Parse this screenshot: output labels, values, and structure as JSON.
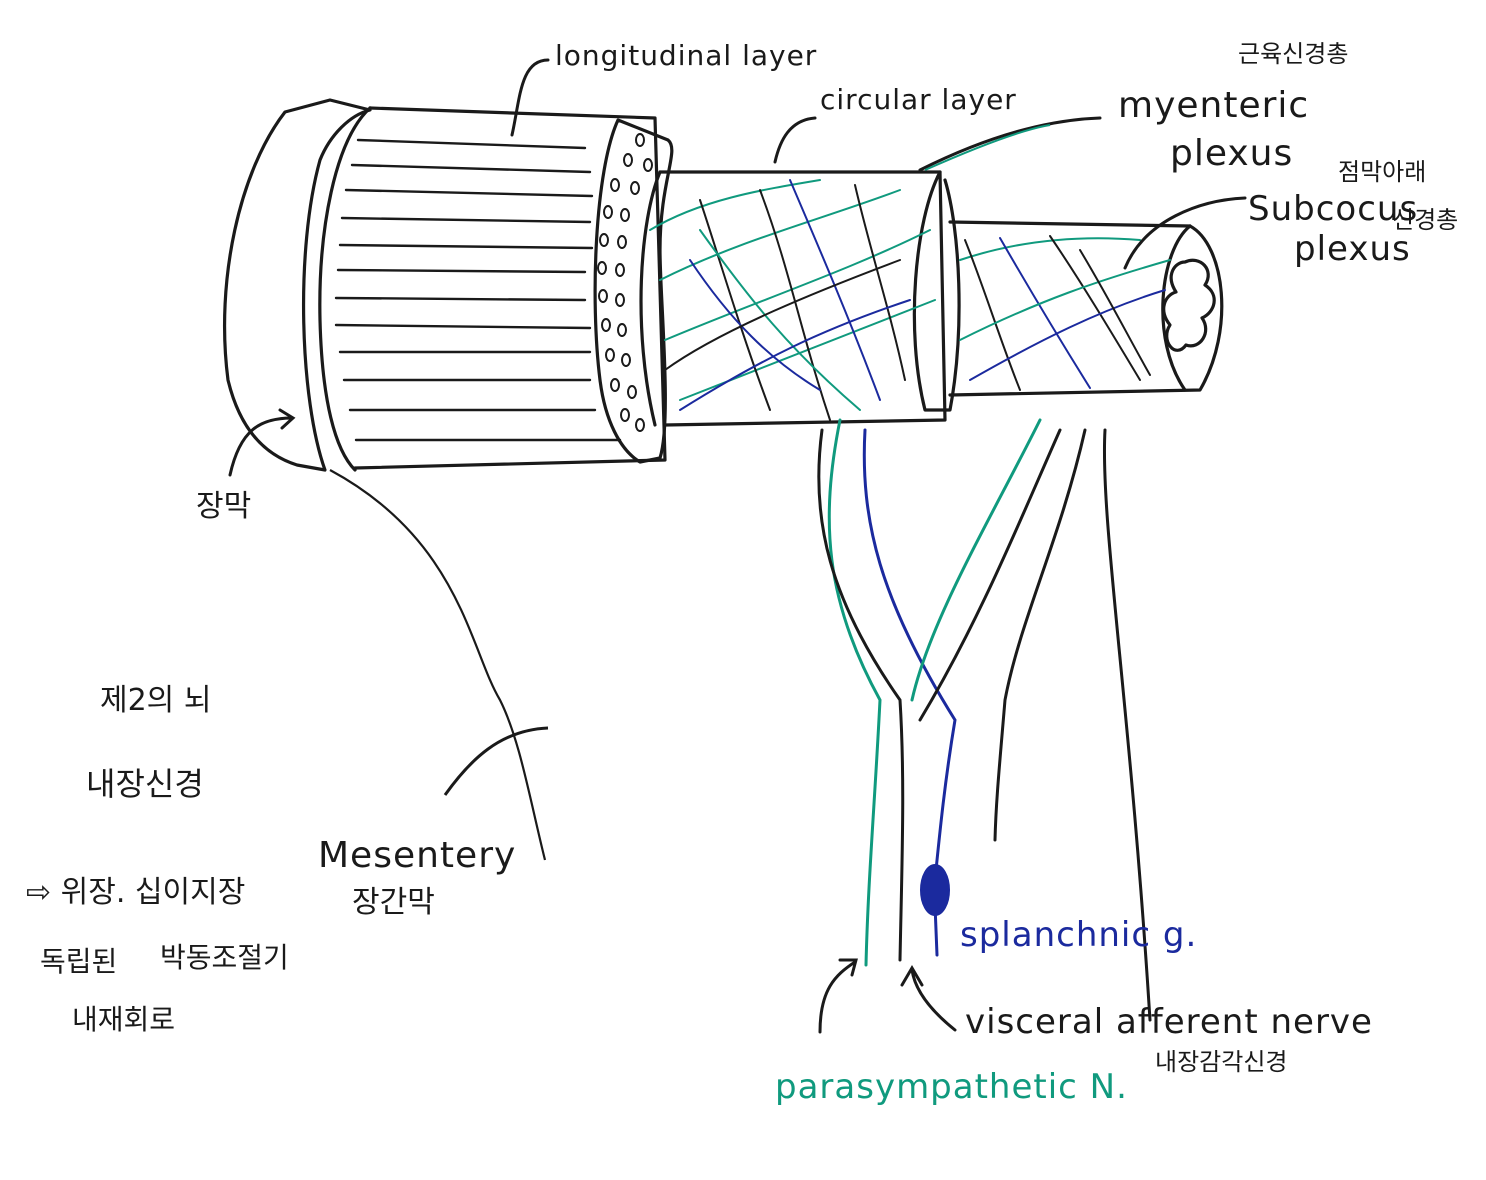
{
  "labels": {
    "longitudinal_layer": "longitudinal layer",
    "circular_layer": "circular layer",
    "myenteric_line1": "myenteric",
    "myenteric_line2": "plexus",
    "myenteric_korean": "근육신경총",
    "submucosal_korean_line1": "점막아래",
    "submucosal_line1": "Subcocus",
    "submucosal_line2": "plexus",
    "submucosal_korean_line2": "신경총",
    "serosa_korean": "장막",
    "mesentery_en": "Mesentery",
    "mesentery_kr": "장간막",
    "splanchnic": "splanchnic g.",
    "visceral_afferent": "visceral afferent nerve",
    "visceral_afferent_kr": "내장감각신경",
    "parasympathetic": "parasympathetic N."
  },
  "notes": {
    "line1": "제2의 뇌",
    "line2": "내장신경",
    "line3": "⇨ 위장. 십이지장",
    "line4a": "독립된",
    "line4b": "박동조절기",
    "line5": "내재회로"
  },
  "colors": {
    "ink": "#1a1a1a",
    "teal": "#109a7e",
    "navy": "#1b2a9e",
    "paper": "#ffffff"
  }
}
